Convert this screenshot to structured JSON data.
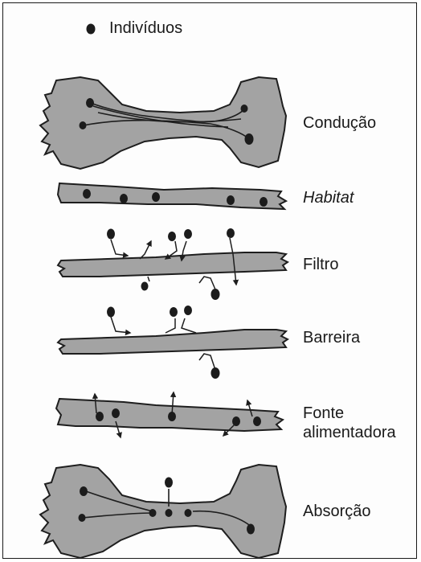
{
  "legend": {
    "label": "Indivíduos",
    "icon": "dot-icon"
  },
  "panels": [
    {
      "id": "conducao",
      "label": "Condução",
      "italic": false
    },
    {
      "id": "habitat",
      "label": "Habitat",
      "italic": true
    },
    {
      "id": "filtro",
      "label": "Filtro",
      "italic": false
    },
    {
      "id": "barreira",
      "label": "Barreira",
      "italic": false
    },
    {
      "id": "fonte",
      "label": "Fonte alimentadora",
      "line1": "Fonte",
      "line2": "alimentadora",
      "italic": false
    },
    {
      "id": "absorcao",
      "label": "Absorção",
      "italic": false
    }
  ],
  "colors": {
    "fill": "#a3a3a3",
    "stroke": "#1e1e1e",
    "dot": "#1c1c1c",
    "frame": "#1a1a1a"
  }
}
